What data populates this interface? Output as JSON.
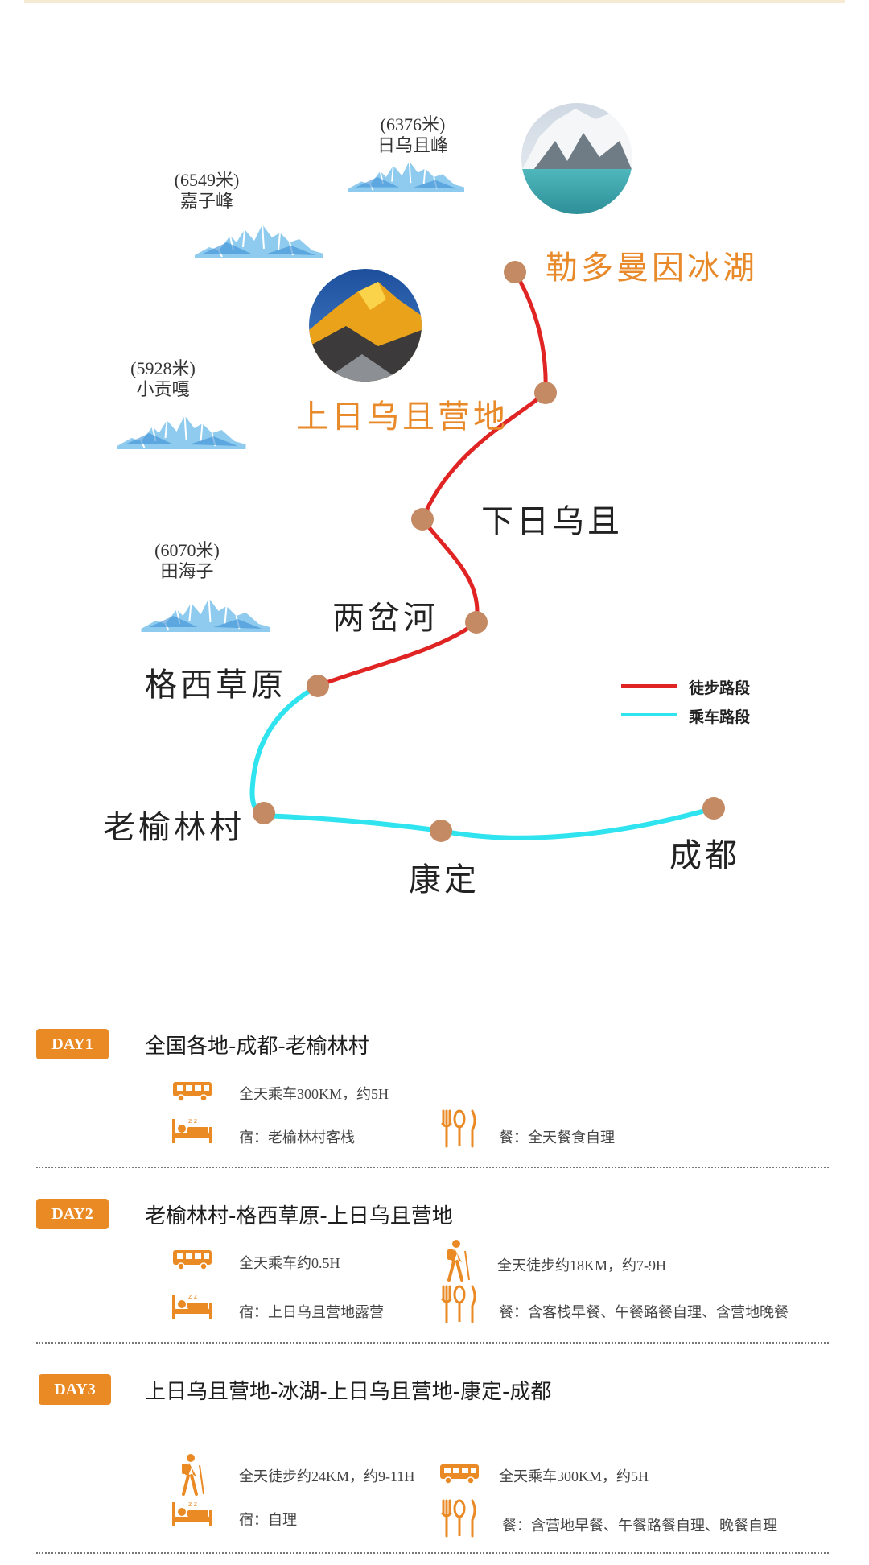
{
  "colors": {
    "hiking": "#e02424",
    "driving": "#2fe3ef",
    "stop_dot": "#c48a64",
    "accent": "#ea8a25"
  },
  "peaks": [
    {
      "id": "jiazi",
      "altitude": "(6549米)",
      "name": "嘉子峰",
      "icon": "mountain-icon"
    },
    {
      "id": "riwuqie",
      "altitude": "(6376米)",
      "name": "日乌且峰",
      "icon": "mountain-icon"
    },
    {
      "id": "xiaogongga",
      "altitude": "(5928米)",
      "name": "小贡嘎",
      "icon": "mountain-icon"
    },
    {
      "id": "tianhaizi",
      "altitude": "(6070米)",
      "name": "田海子",
      "icon": "mountain-icon"
    }
  ],
  "stops": [
    {
      "id": "glacier",
      "label": "勒多曼因冰湖",
      "highlight": true
    },
    {
      "id": "camp",
      "label": "上日乌且营地",
      "highlight": true
    },
    {
      "id": "xiariwuqie",
      "label": "下日乌且"
    },
    {
      "id": "liangchahe",
      "label": "两岔河"
    },
    {
      "id": "gexi",
      "label": "格西草原"
    },
    {
      "id": "laoyulin",
      "label": "老榆林村"
    },
    {
      "id": "kangding",
      "label": "康定"
    },
    {
      "id": "chengdu",
      "label": "成都"
    }
  ],
  "photos": [
    {
      "id": "glacier-photo",
      "subject": "snow mountain and glacier lake"
    },
    {
      "id": "camp-photo",
      "subject": "golden lit snow peak"
    }
  ],
  "legend": {
    "hiking": "徒步路段",
    "driving": "乘车路段"
  },
  "days": [
    {
      "badge": "DAY1",
      "title": "全国各地-成都-老榆林村",
      "transport": [
        {
          "icon": "bus-icon",
          "text": "全天乘车300KM，约5H"
        }
      ],
      "lodging": "宿：老榆林村客栈",
      "meals": "餐：全天餐食自理"
    },
    {
      "badge": "DAY2",
      "title": "老榆林村-格西草原-上日乌且营地",
      "transport": [
        {
          "icon": "bus-icon",
          "text": "全天乘车约0.5H"
        },
        {
          "icon": "hiker-icon",
          "text": "全天徒步约18KM，约7-9H"
        }
      ],
      "lodging": "宿：上日乌且营地露营",
      "meals": "餐：含客栈早餐、午餐路餐自理、含营地晚餐"
    },
    {
      "badge": "DAY3",
      "title": "上日乌且营地-冰湖-上日乌且营地-康定-成都",
      "transport": [
        {
          "icon": "hiker-icon",
          "text": "全天徒步约24KM，约9-11H"
        },
        {
          "icon": "bus-icon",
          "text": "全天乘车300KM，约5H"
        }
      ],
      "lodging": "宿：自理",
      "meals": "餐：含营地早餐、午餐路餐自理、晚餐自理"
    }
  ]
}
